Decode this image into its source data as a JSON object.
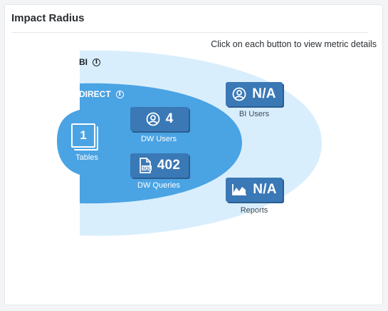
{
  "widget": {
    "title": "Impact Radius",
    "hint": "Click on each button to view metric details"
  },
  "zones": {
    "bi": {
      "label": "BI",
      "info_icon": "info-icon"
    },
    "direct": {
      "label": "DIRECT",
      "info_icon": "info-icon"
    }
  },
  "center": {
    "value": "1",
    "caption": "Tables",
    "icon": "tables-stack-icon"
  },
  "metrics": {
    "dw_users": {
      "value": "4",
      "caption": "DW Users",
      "icon": "user-circle-icon"
    },
    "dw_queries": {
      "value": "402",
      "caption": "DW Queries",
      "icon": "sql-file-icon"
    },
    "bi_users": {
      "value": "N/A",
      "caption": "BI Users",
      "icon": "user-circle-icon"
    },
    "reports": {
      "value": "N/A",
      "caption": "Reports",
      "icon": "line-chart-icon"
    }
  },
  "colors": {
    "outer_zone": "#d9eefc",
    "direct_zone": "#4aa3e3",
    "button": "#3a78b6"
  }
}
